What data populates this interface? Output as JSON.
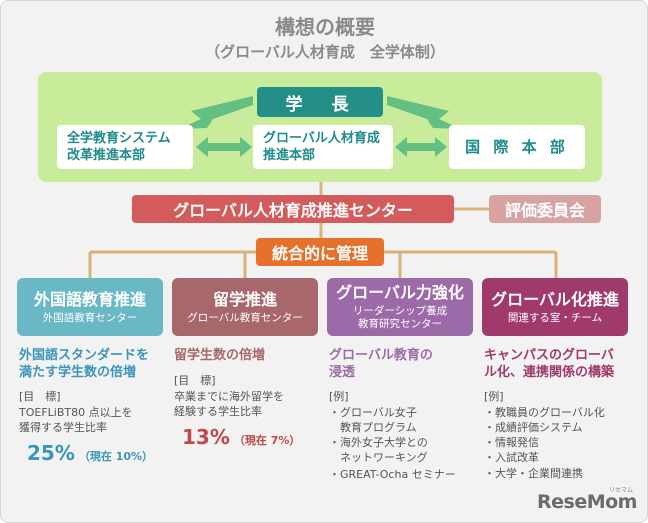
{
  "title": "構想の概要",
  "subtitle": "（グローバル人材育成　全学体制）",
  "org": {
    "president": "学　長",
    "reform_hq": [
      "全学教育システム",
      "改革推進本部"
    ],
    "global_hq": [
      "グローバル人材育成",
      "推進本部"
    ],
    "intl_hq": "国 際 本 部",
    "center": "グローバル人材育成推進センター",
    "evaluation": "評価委員会",
    "integrated": "統合的に管理"
  },
  "columns": [
    {
      "head": "外国語教育推進",
      "sub": [
        "外国語教育センター"
      ],
      "goal": [
        "外国語スタンダードを",
        "満たす学生数の倍増"
      ],
      "target_label": "[目　標]",
      "target_text": [
        "TOEFLiBT80 点以上を",
        "獲得する学生比率"
      ],
      "pct": "25%",
      "pct_note": "（現在 10%）"
    },
    {
      "head": "留学推進",
      "sub": [
        "グローバル教育センター"
      ],
      "goal": [
        "留学生数の倍増"
      ],
      "target_label": "[目　標]",
      "target_text": [
        "卒業までに海外留学を",
        "経験する学生比率"
      ],
      "pct": "13%",
      "pct_note": "（現在 7%）"
    },
    {
      "head": "グローバル力強化",
      "sub": [
        "リーダーシップ養成",
        "教育研究センター"
      ],
      "goal": [
        "グローバル教育の",
        "浸透"
      ],
      "example_label": "[例]",
      "examples": [
        "・グローバル女子",
        "　教育プログラム",
        "・海外女子大学との",
        "　ネットワーキング",
        "・GREAT-Ocha セミナー"
      ]
    },
    {
      "head": "グローバル化推進",
      "sub": [
        "関連する室・チーム"
      ],
      "goal": [
        "キャンパスのグローバ",
        "ル化、連携関係の構築"
      ],
      "example_label": "[例]",
      "examples": [
        "・教職員のグローバル化",
        "・成績評価システム",
        "・情報発信",
        "・入試改革",
        "・大学・企業間連携"
      ]
    }
  ],
  "logo": {
    "text": "ReseMom",
    "sub": "リセマム"
  },
  "colors": {
    "green_panel": "#c8ec9a",
    "teal": "#238f86",
    "red": "#d45b5b",
    "pink": "#d7a3a2",
    "orange": "#e7712b",
    "col1": "#6ab7c5",
    "col2": "#a8676a",
    "col3": "#9d6aa9",
    "col4": "#a03a6c",
    "connector": "#d9b27a"
  }
}
